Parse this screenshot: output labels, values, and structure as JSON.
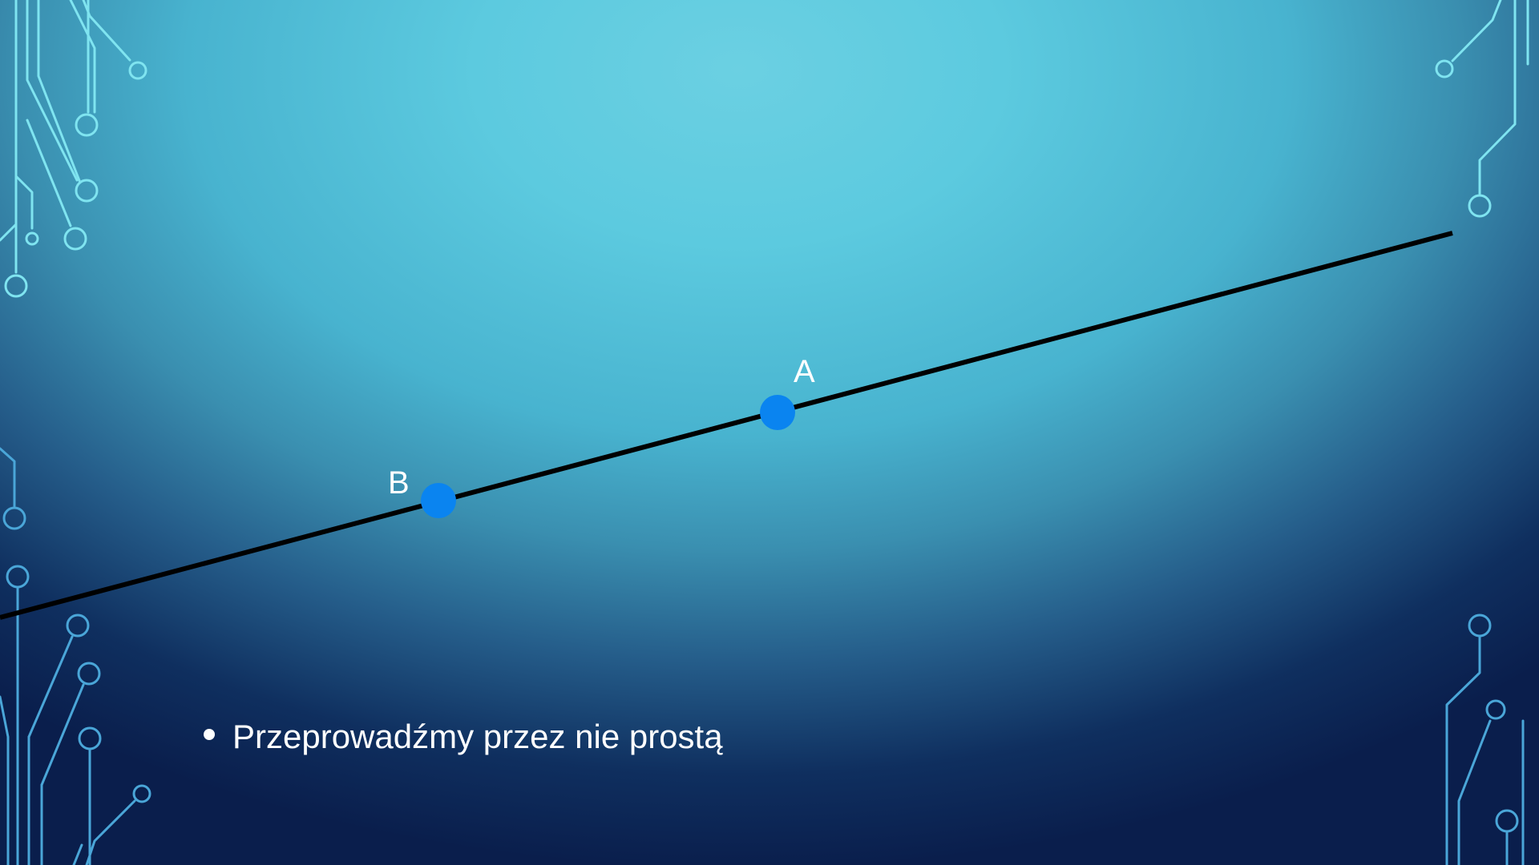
{
  "slide": {
    "bullet_text": "Przeprowadźmy przez nie prostą"
  },
  "diagram": {
    "point_a_label": "A",
    "point_b_label": "B",
    "point_color": "#0a84f0",
    "line_color": "#000000"
  },
  "theme": {
    "background_light": "#6bd0e2",
    "background_dark": "#0a1e4c",
    "circuit_top_color": "#7fe4f0",
    "circuit_bottom_color": "#4aa6d8"
  }
}
